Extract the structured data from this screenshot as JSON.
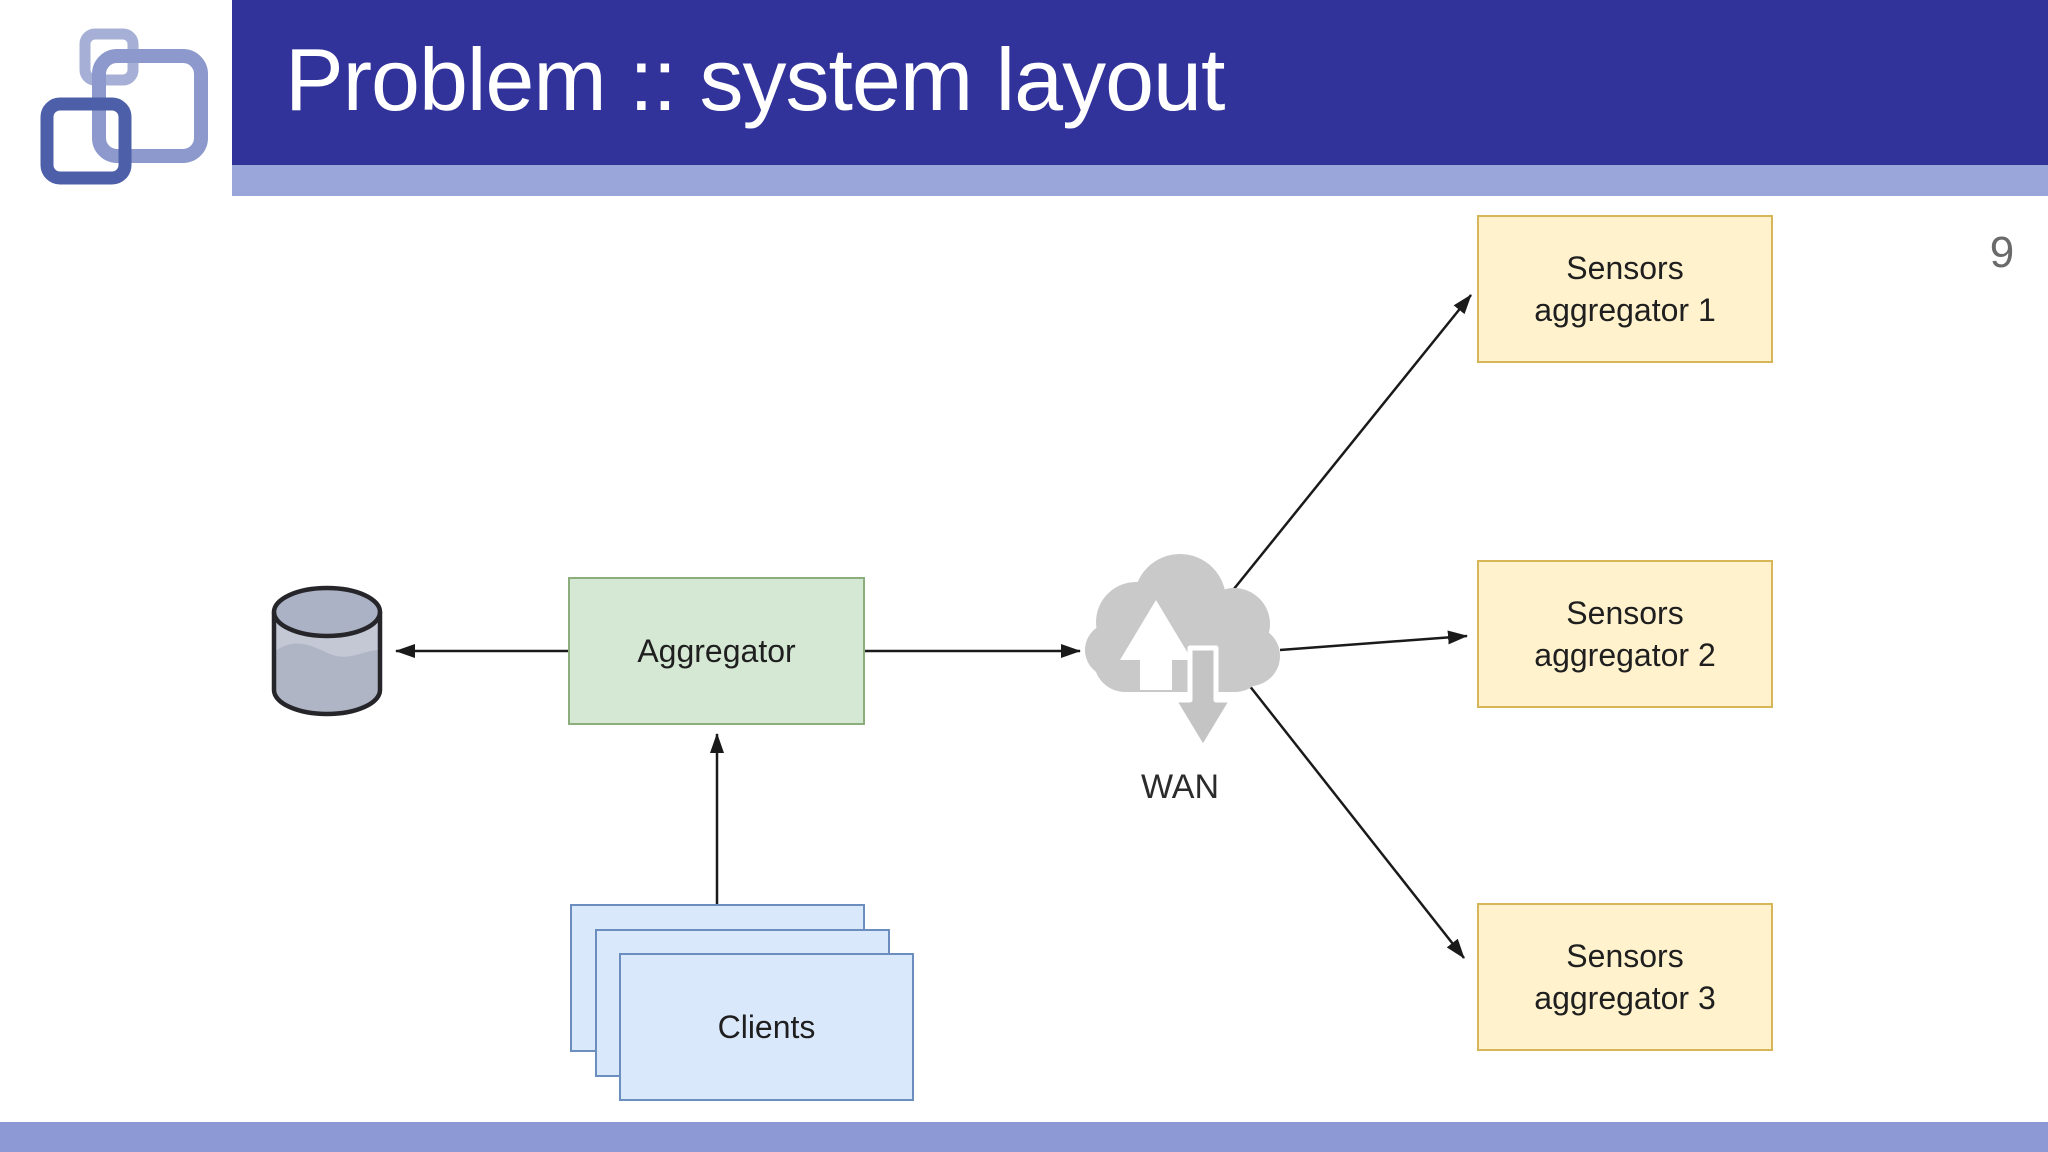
{
  "slide": {
    "title": "Problem :: system layout",
    "page_number": "9"
  },
  "logo": {
    "description": "three interlocking rounded squares",
    "colors": {
      "small_square": "#A6AFD6",
      "large_square": "#8D99CC",
      "dark_square": "#4C5FA8"
    }
  },
  "diagram": {
    "nodes": {
      "database": {
        "type": "cylinder-icon",
        "label": ""
      },
      "aggregator": {
        "label": "Aggregator"
      },
      "clients": {
        "label": "Clients",
        "stack_count": 3
      },
      "wan": {
        "type": "cloud-icon",
        "label": "WAN"
      },
      "sensors_aggregator_1": {
        "label": "Sensors\naggregator 1"
      },
      "sensors_aggregator_2": {
        "label": "Sensors\naggregator 2"
      },
      "sensors_aggregator_3": {
        "label": "Sensors\naggregator 3"
      }
    },
    "edges": [
      {
        "from": "aggregator",
        "to": "database"
      },
      {
        "from": "aggregator",
        "to": "wan"
      },
      {
        "from": "clients",
        "to": "aggregator"
      },
      {
        "from": "wan",
        "to": "sensors_aggregator_1"
      },
      {
        "from": "wan",
        "to": "sensors_aggregator_2"
      },
      {
        "from": "wan",
        "to": "sensors_aggregator_3"
      }
    ],
    "colors": {
      "header_bar": "#32329B",
      "header_stripe": "#9AA5DA",
      "footer_stripe": "#8C99D5",
      "aggregator_fill": "#D5E8D4",
      "aggregator_border": "#8CAE7C",
      "sensors_fill": "#FFF2CC",
      "sensors_border": "#D6B656",
      "clients_fill": "#DAE8FC",
      "clients_border": "#6C8EBF",
      "cloud_fill": "#C9C9C9",
      "cylinder_fill": "#C3C8D4",
      "arrow": "#1a1a1a"
    }
  }
}
